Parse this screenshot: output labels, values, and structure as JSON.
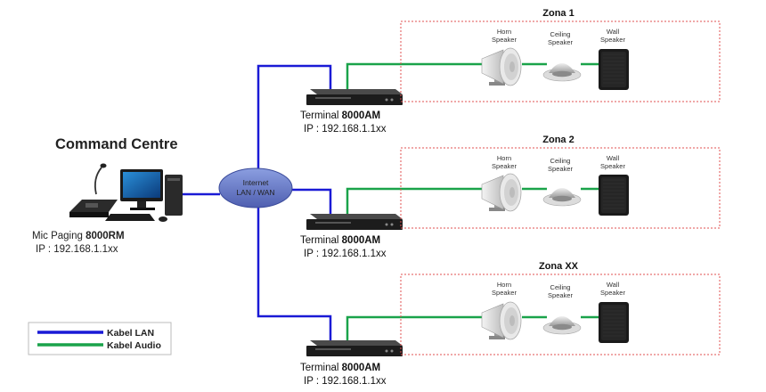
{
  "command_centre": {
    "title": "Command Centre",
    "device_prefix": "Mic Paging ",
    "device_model": "8000RM",
    "ip": "IP : 192.168.1.1xx"
  },
  "network": {
    "line1": "Internet",
    "line2": "LAN / WAN"
  },
  "terminals": [
    {
      "prefix": "Terminal ",
      "model": "8000AM",
      "ip": "IP : 192.168.1.1xx"
    },
    {
      "prefix": "Terminal ",
      "model": "8000AM",
      "ip": "IP : 192.168.1.1xx"
    },
    {
      "prefix": "Terminal ",
      "model": "8000AM",
      "ip": "IP : 192.168.1.1xx"
    }
  ],
  "zones": [
    {
      "title": "Zona 1"
    },
    {
      "title": "Zona 2"
    },
    {
      "title": "Zona XX"
    }
  ],
  "speakers": {
    "horn": [
      "Horn",
      "Speaker"
    ],
    "ceiling": [
      "Ceiling",
      "Speaker"
    ],
    "wall": [
      "Wall",
      "Speaker"
    ]
  },
  "legend": {
    "lan": "Kabel LAN",
    "audio": "Kabel Audio"
  },
  "colors": {
    "lan": "#1a1ad6",
    "audio": "#1aa34a",
    "zone_border": "#e05050",
    "cloud": "#7080c8"
  }
}
